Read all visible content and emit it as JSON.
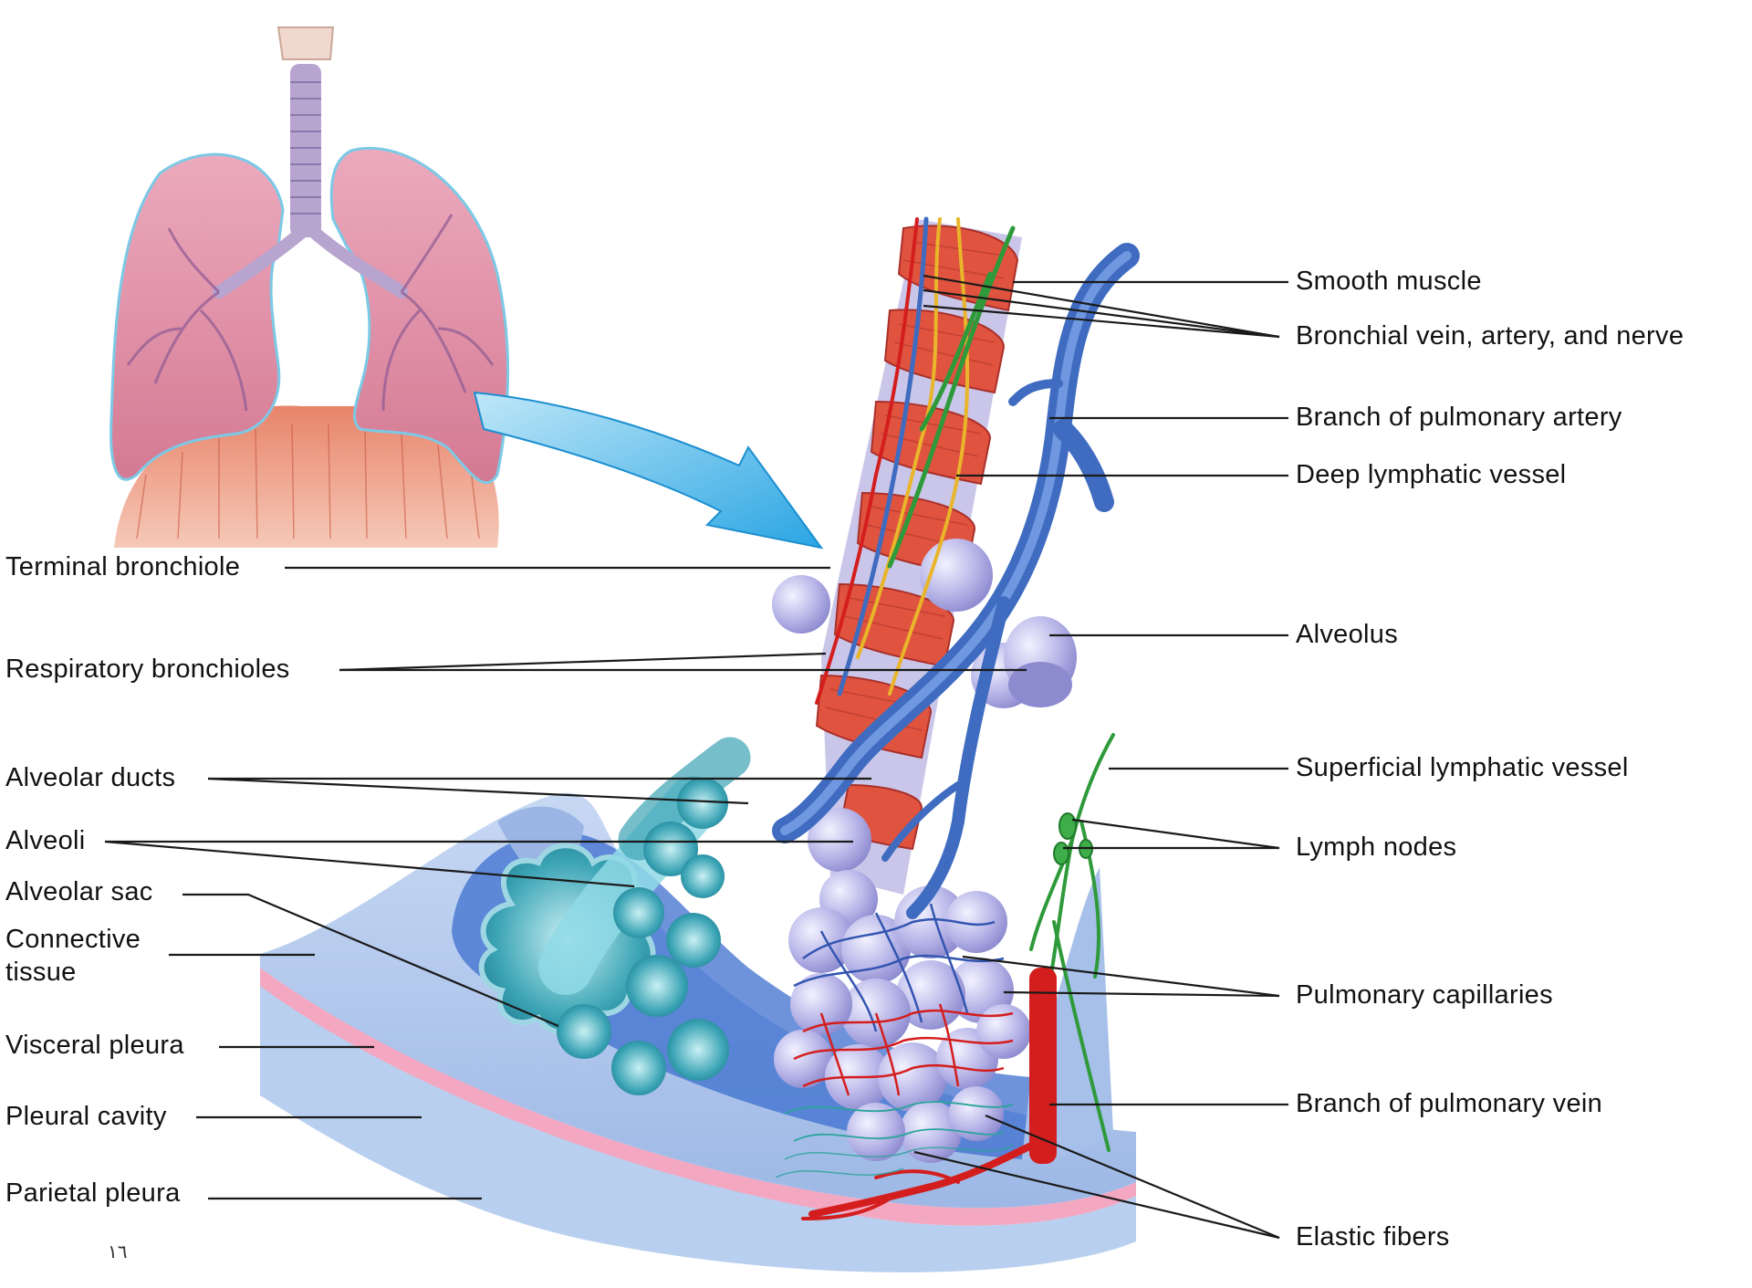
{
  "labels_left": {
    "terminal_bronchiole": "Terminal bronchiole",
    "respiratory_bronchioles": "Respiratory bronchioles",
    "alveolar_ducts": "Alveolar ducts",
    "alveoli": "Alveoli",
    "alveolar_sac": "Alveolar sac",
    "connective_tissue_1": "Connective",
    "connective_tissue_2": "tissue",
    "visceral_pleura": "Visceral pleura",
    "pleural_cavity": "Pleural cavity",
    "parietal_pleura": "Parietal pleura"
  },
  "labels_right": {
    "smooth_muscle": "Smooth muscle",
    "bronchial_van": "Bronchial  vein, artery, and nerve",
    "pulmonary_artery_branch": "Branch of pulmonary artery",
    "deep_lymphatic": "Deep lymphatic vessel",
    "alveolus": "Alveolus",
    "superficial_lymphatic": "Superficial lymphatic vessel",
    "lymph_nodes": "Lymph nodes",
    "pulmonary_capillaries": "Pulmonary capillaries",
    "pulmonary_vein_branch": "Branch of pulmonary vein",
    "elastic_fibers": "Elastic fibers"
  },
  "page_number": "١٦",
  "colors": {
    "lung_pink": "#d97f98",
    "muscle_red": "#e0533f",
    "artery_blue": "#4a78c4",
    "vein_red": "#d41e1e",
    "lymph_green": "#2e9a3a",
    "nerve_yellow": "#e9b52a",
    "alveolus_lavender": "#b7b6e6",
    "sac_teal": "#3aa3b4",
    "pleura_pink": "#f2a4bf",
    "pleura_blue": "#aac3ea",
    "arrow_cyan": "#47b9ec"
  }
}
